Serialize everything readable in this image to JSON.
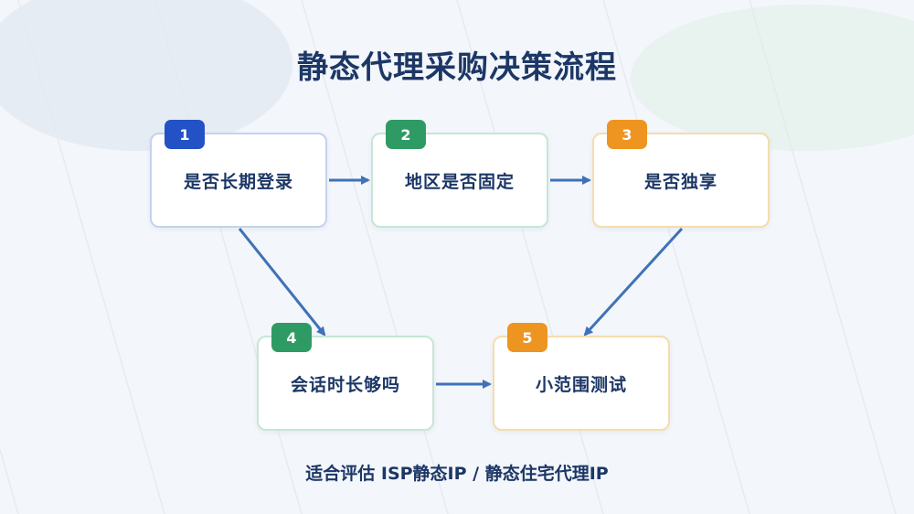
{
  "title": "静态代理采购决策流程",
  "steps": [
    {
      "number": "1",
      "label": "是否长期登录"
    },
    {
      "number": "2",
      "label": "地区是否固定"
    },
    {
      "number": "3",
      "label": "是否独享"
    },
    {
      "number": "4",
      "label": "会话时长够吗"
    },
    {
      "number": "5",
      "label": "小范围测试"
    }
  ],
  "footer": "适合评估 ISP静态IP / 静态住宅代理IP",
  "colors": {
    "title": "#1c3766",
    "arrow": "#3f72b8",
    "blue": "#2352c6",
    "green": "#2f9b64",
    "orange": "#ee9420"
  }
}
